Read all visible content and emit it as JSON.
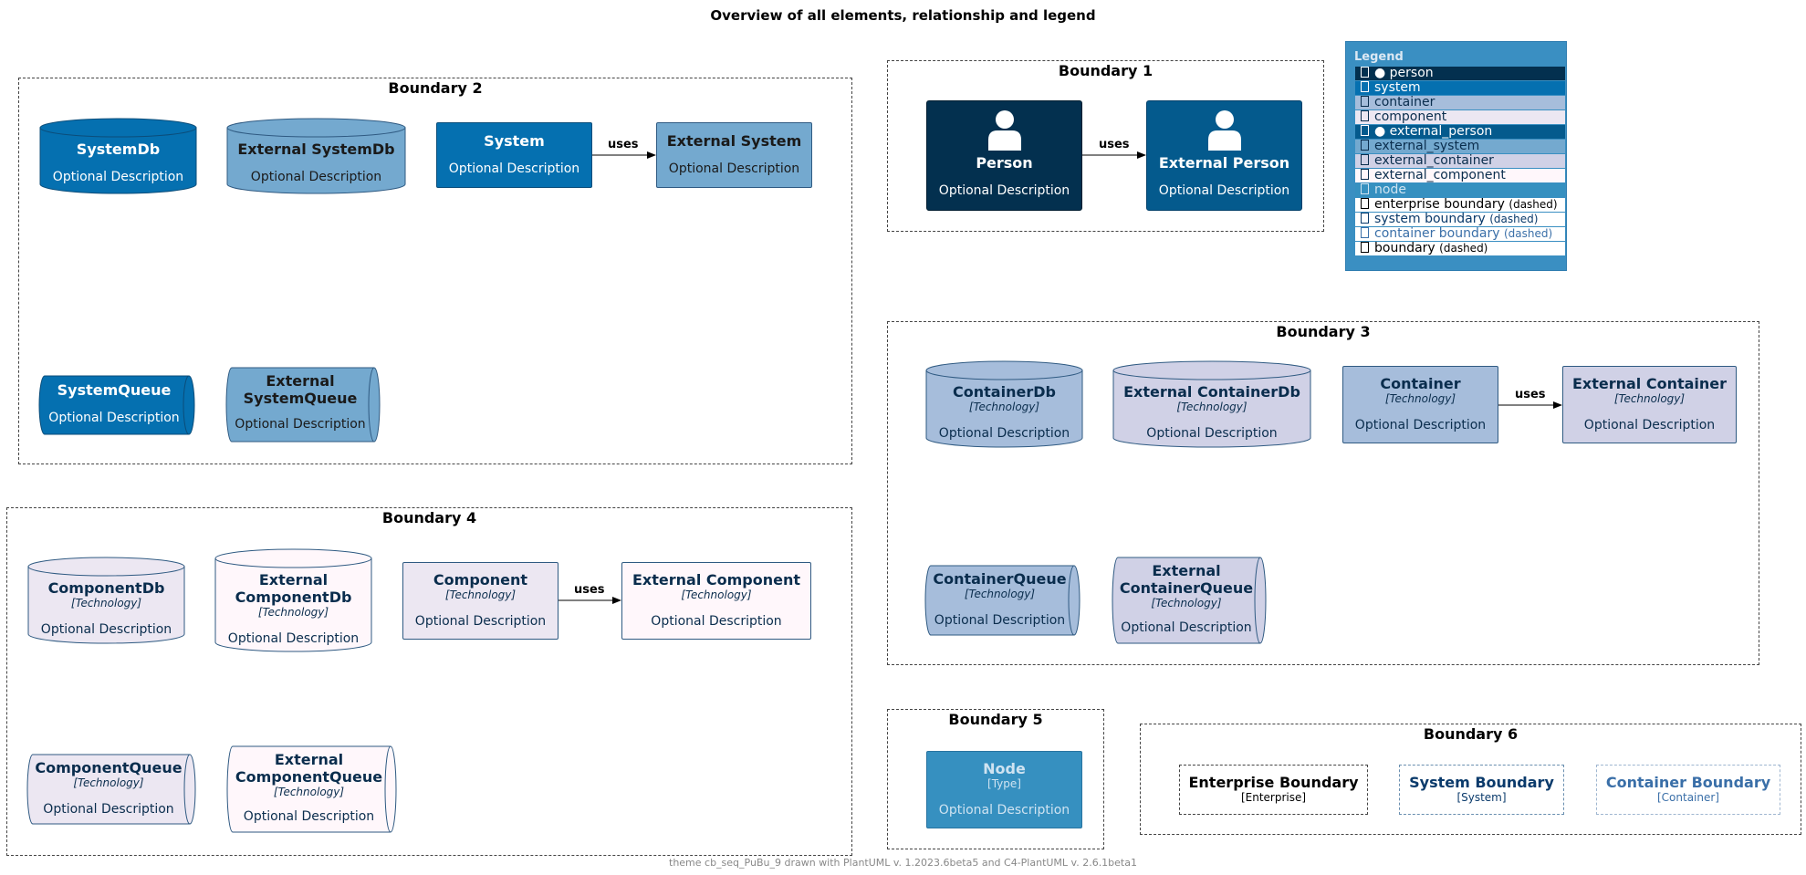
{
  "title": "Overview of all elements, relationship and legend",
  "footer": "theme cb_seq_PuBu_9 drawn with PlantUML v. 1.2023.6beta5 and C4-PlantUML v. 2.6.1beta1",
  "edge_label": "uses",
  "colors": {
    "person": "#03304f",
    "external_person": "#045a8d",
    "system": "#0570b0",
    "external_system": "#74a9cf",
    "container": "#a6bddb",
    "external_container": "#d0d1e6",
    "component": "#ece7f2",
    "external_component": "#fff7fb",
    "node": "#3690c0",
    "legend_bg": "#3690c0",
    "dark_text": "#0a2d4d"
  },
  "boundaries": {
    "b1": "Boundary 1",
    "b2": "Boundary 2",
    "b3": "Boundary 3",
    "b4": "Boundary 4",
    "b5": "Boundary 5",
    "b6": "Boundary 6"
  },
  "elements": {
    "person": {
      "name": "Person",
      "desc": "Optional Description",
      "icon": "person-icon"
    },
    "external_person": {
      "name": "External Person",
      "desc": "Optional Description",
      "icon": "person-icon"
    },
    "system_db": {
      "name": "SystemDb",
      "desc": "Optional Description"
    },
    "external_system_db": {
      "name": "External SystemDb",
      "desc": "Optional Description"
    },
    "system": {
      "name": "System",
      "desc": "Optional Description"
    },
    "external_system": {
      "name": "External System",
      "desc": "Optional Description"
    },
    "system_queue": {
      "name": "SystemQueue",
      "desc": "Optional Description"
    },
    "external_system_queue": {
      "name1": "External",
      "name2": "SystemQueue",
      "desc": "Optional Description"
    },
    "container_db": {
      "name": "ContainerDb",
      "tech": "[Technology]",
      "desc": "Optional Description"
    },
    "external_container_db": {
      "name": "External ContainerDb",
      "tech": "[Technology]",
      "desc": "Optional Description"
    },
    "container": {
      "name": "Container",
      "tech": "[Technology]",
      "desc": "Optional Description"
    },
    "external_container": {
      "name": "External Container",
      "tech": "[Technology]",
      "desc": "Optional Description"
    },
    "container_queue": {
      "name": "ContainerQueue",
      "tech": "[Technology]",
      "desc": "Optional Description"
    },
    "external_container_queue": {
      "name1": "External",
      "name2": "ContainerQueue",
      "tech": "[Technology]",
      "desc": "Optional Description"
    },
    "component_db": {
      "name": "ComponentDb",
      "tech": "[Technology]",
      "desc": "Optional Description"
    },
    "external_component_db": {
      "name1": "External",
      "name2": "ComponentDb",
      "tech": "[Technology]",
      "desc": "Optional Description"
    },
    "component": {
      "name": "Component",
      "tech": "[Technology]",
      "desc": "Optional Description"
    },
    "external_component": {
      "name": "External Component",
      "tech": "[Technology]",
      "desc": "Optional Description"
    },
    "component_queue": {
      "name": "ComponentQueue",
      "tech": "[Technology]",
      "desc": "Optional Description"
    },
    "external_component_queue": {
      "name1": "External",
      "name2": "ComponentQueue",
      "tech": "[Technology]",
      "desc": "Optional Description"
    },
    "node": {
      "name": "Node",
      "tech": "[Type]",
      "desc": "Optional Description"
    },
    "enterprise_boundary": {
      "name": "Enterprise Boundary",
      "tech": "[Enterprise]"
    },
    "system_boundary": {
      "name": "System Boundary",
      "tech": "[System]"
    },
    "container_boundary": {
      "name": "Container Boundary",
      "tech": "[Container]"
    }
  },
  "legend": {
    "title": "Legend",
    "items": [
      {
        "label": "person"
      },
      {
        "label": "system"
      },
      {
        "label": "container"
      },
      {
        "label": "component"
      },
      {
        "label": "external_person"
      },
      {
        "label": "external_system"
      },
      {
        "label": "external_container"
      },
      {
        "label": "external_component"
      },
      {
        "label": "node"
      },
      {
        "label": "enterprise boundary",
        "note": "(dashed)"
      },
      {
        "label": "system boundary",
        "note": "(dashed)"
      },
      {
        "label": "container boundary",
        "note": "(dashed)"
      },
      {
        "label": "boundary",
        "note": "(dashed)"
      }
    ]
  }
}
